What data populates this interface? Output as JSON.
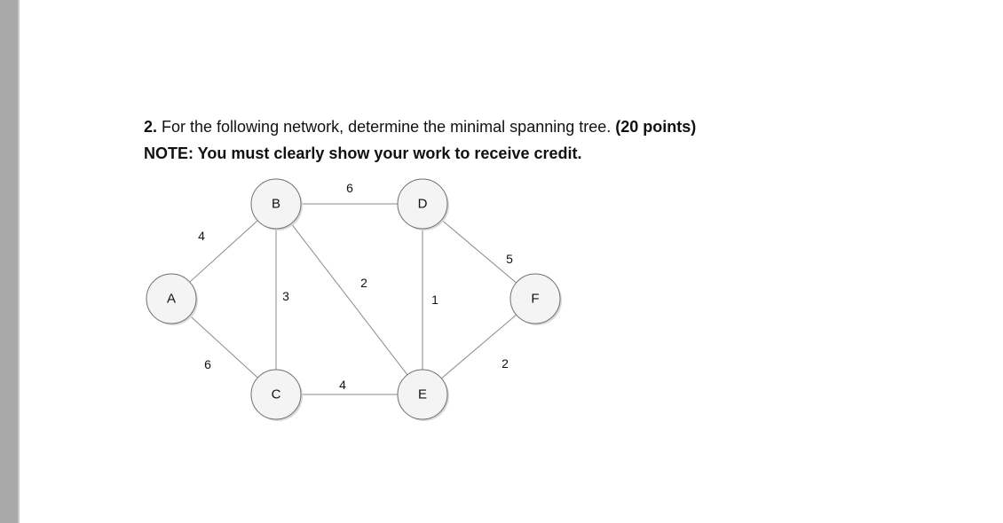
{
  "question": {
    "number": "2.",
    "text": " For the following network, determine the minimal spanning tree. ",
    "points": "(20 points)",
    "note": "NOTE: You must clearly show your work to receive credit."
  },
  "graph": {
    "nodes": [
      {
        "id": "A",
        "label": "A"
      },
      {
        "id": "B",
        "label": "B"
      },
      {
        "id": "C",
        "label": "C"
      },
      {
        "id": "D",
        "label": "D"
      },
      {
        "id": "E",
        "label": "E"
      },
      {
        "id": "F",
        "label": "F"
      }
    ],
    "edges": [
      {
        "from": "A",
        "to": "B",
        "weight": "4"
      },
      {
        "from": "A",
        "to": "C",
        "weight": "6"
      },
      {
        "from": "B",
        "to": "D",
        "weight": "6"
      },
      {
        "from": "B",
        "to": "C",
        "weight": "3"
      },
      {
        "from": "B",
        "to": "E",
        "weight": "2"
      },
      {
        "from": "C",
        "to": "E",
        "weight": "4"
      },
      {
        "from": "D",
        "to": "E",
        "weight": "1"
      },
      {
        "from": "D",
        "to": "F",
        "weight": "5"
      },
      {
        "from": "E",
        "to": "F",
        "weight": "2"
      }
    ]
  }
}
